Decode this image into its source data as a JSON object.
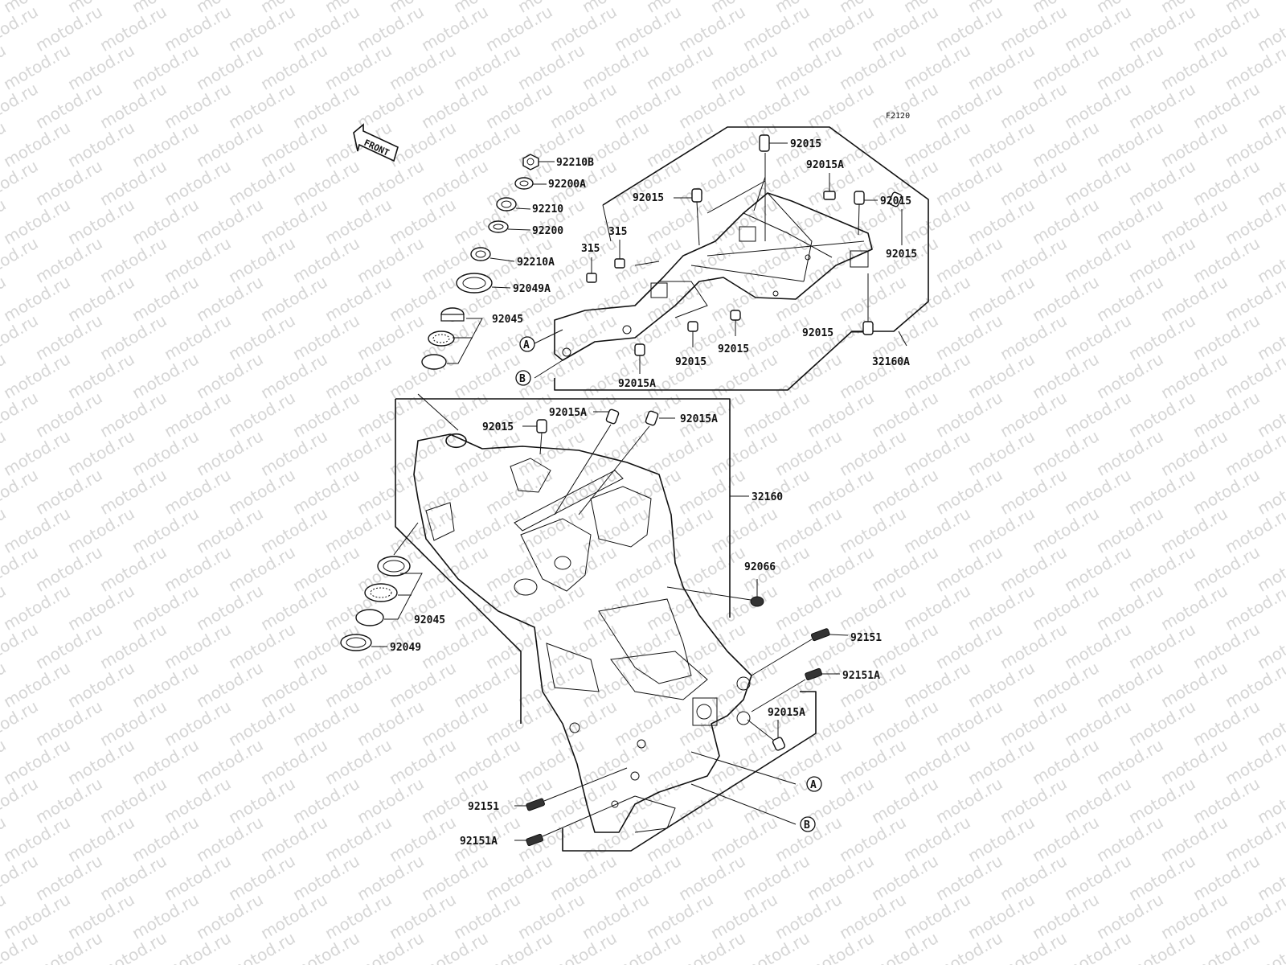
{
  "diagram": {
    "figure_code": "F2120",
    "front_label": "FRONT",
    "watermark": "motod.ru",
    "labels": {
      "92210B": "92210B",
      "92200A": "92200A",
      "92210": "92210",
      "92200": "92200",
      "92210A": "92210A",
      "92049A": "92049A",
      "92045_top": "92045",
      "315_a": "315",
      "315_b": "315",
      "92015_top": "92015",
      "92015A_top": "92015A",
      "92015_left": "92015",
      "92015_right": "92015",
      "92015_far": "92015",
      "92015_rb": "92015",
      "92015_c1": "92015",
      "92015_c2": "92015",
      "92015A_c": "92015A",
      "32160A": "32160A",
      "callout_A_top": "A",
      "callout_B_top": "B",
      "92015A_m1": "92015A",
      "92015_m": "92015",
      "92015A_m2": "92015A",
      "32160": "32160",
      "92066": "92066",
      "92045_bot": "92045",
      "92049": "92049",
      "92151_r": "92151",
      "92151A_r": "92151A",
      "92015A_r": "92015A",
      "callout_A_bot": "A",
      "callout_B_bot": "B",
      "92151_l": "92151",
      "92151A_l": "92151A"
    }
  }
}
